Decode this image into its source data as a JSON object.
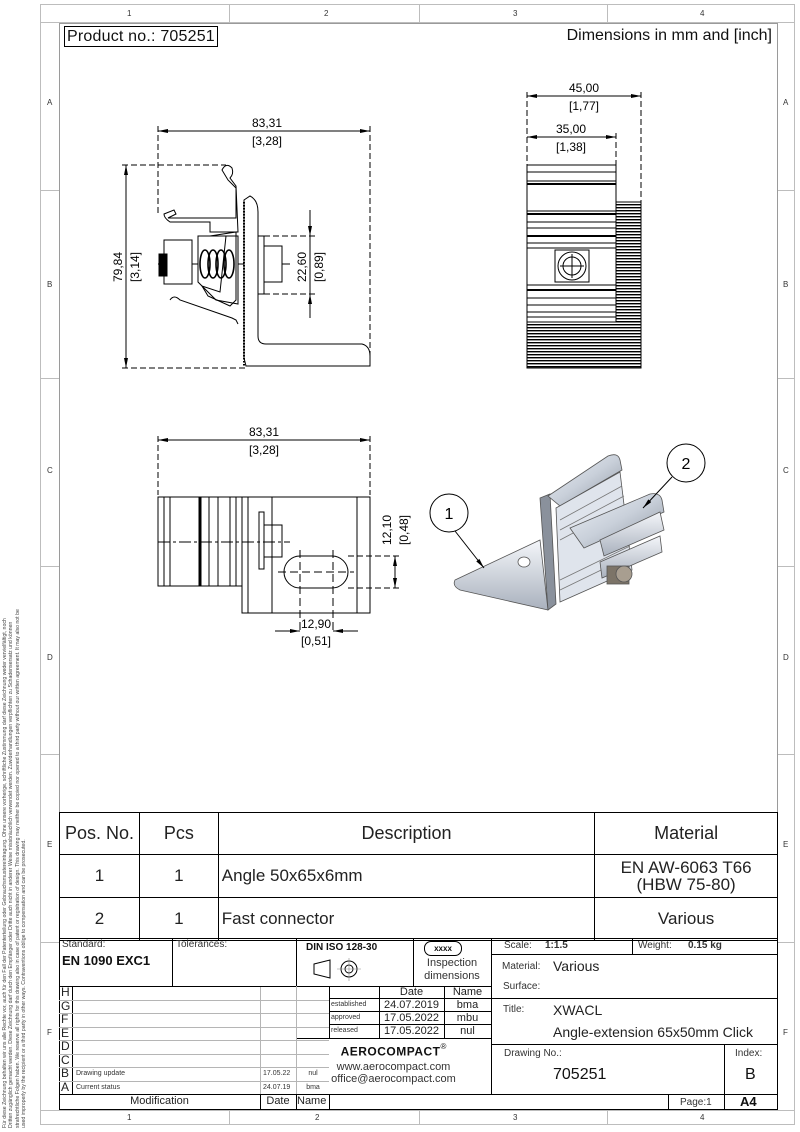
{
  "sheet": {
    "product_no": "Product no.: 705251",
    "dimension_note": "Dimensions in mm and [inch]",
    "zone_columns": [
      "1",
      "2",
      "3",
      "4"
    ],
    "zone_rows": [
      "A",
      "B",
      "C",
      "D",
      "E",
      "F"
    ],
    "legal_notice": [
      "Für diese Zeichnung behalten wir uns alle Rechte vor, auch für den Fall der Patenterteilung oder Gebrauchsmustereintragung. Ohne unsere vorherige, schriftliche Zustimmung darf diese Zeichnung weder vervielfältigt, noch",
      "Dritten zugänglich gemacht werden. Diese Zeichnung darf durch den Empfänger oder Dritte auch nicht in anderer Weise missbräuchlich verwendet werden. Zuwiderhandlungen verpflichten zu Schadensersatz und können",
      "strafrechtliche Folgen haben. We reserve all rights for this drawing also in case of patent or registration of design. This drawing may neither be copied nor opened to a third party without our written agreement. It may also not be",
      "used improperly by the recipient or a third party in other ways. Contraventions oblige to compensation and can be prosecuted."
    ]
  },
  "views": {
    "side_view": {
      "width_mm": "83,31",
      "width_in": "[3,28]",
      "height_mm": "79,84",
      "height_in": "[3,14]",
      "bolt_mm": "22,60",
      "bolt_in": "[0,89]"
    },
    "end_view": {
      "outer_mm": "45,00",
      "outer_in": "[1,77]",
      "inner_mm": "35,00",
      "inner_in": "[1,38]"
    },
    "top_view": {
      "width_mm": "83,31",
      "width_in": "[3,28]",
      "slot_offset_mm": "12,10",
      "slot_offset_in": "[0,48]",
      "slot_width_mm": "12,90",
      "slot_width_in": "[0,51]"
    },
    "isometric": {
      "balloon_1": "1",
      "balloon_2": "2"
    }
  },
  "bom": {
    "headers": [
      "Pos. No.",
      "Pcs",
      "Description",
      "Material"
    ],
    "rows": [
      {
        "pos": "1",
        "pcs": "1",
        "description": "Angle 50x65x6mm",
        "material_line1": "EN AW-6063 T66",
        "material_line2": "(HBW 75-80)"
      },
      {
        "pos": "2",
        "pcs": "1",
        "description": "Fast connector",
        "material_line1": "Various",
        "material_line2": ""
      }
    ]
  },
  "title_block": {
    "standard_label": "Standard:",
    "standard_value": "EN 1090 EXC1",
    "tolerances_label": "Tolerances:",
    "din_label": "DIN ISO 128-30",
    "inspection_badge": "xxxx",
    "inspection_line1": "Inspection",
    "inspection_line2": "dimensions",
    "scale_label": "Scale:",
    "scale_value": "1:1.5",
    "weight_label": "Weight:",
    "weight_value": "0.15 kg",
    "material_label": "Material:",
    "material_value": "Various",
    "surface_label": "Surface:",
    "title_label": "Title:",
    "title_line1": "XWACL",
    "title_line2": "Angle-extension 65x50mm Click",
    "date_header": "Date",
    "name_header": "Name",
    "approvals": [
      {
        "label": "established",
        "date": "24.07.2019",
        "name": "bma"
      },
      {
        "label": "approved",
        "date": "17.05.2022",
        "name": "mbu"
      },
      {
        "label": "released",
        "date": "17.05.2022",
        "name": "nul"
      }
    ],
    "company": "AEROCOMPACT",
    "registered": "®",
    "website": "www.aerocompact.com",
    "email": "office@aerocompact.com",
    "drawing_no_label": "Drawing No.:",
    "drawing_no": "705251",
    "index_label": "Index:",
    "index_value": "B",
    "page_label": "Page:1",
    "format": "A4",
    "revisions": [
      {
        "letter": "H",
        "text": "",
        "date": "",
        "name": ""
      },
      {
        "letter": "G",
        "text": "",
        "date": "",
        "name": ""
      },
      {
        "letter": "F",
        "text": "",
        "date": "",
        "name": ""
      },
      {
        "letter": "E",
        "text": "",
        "date": "",
        "name": ""
      },
      {
        "letter": "D",
        "text": "",
        "date": "",
        "name": ""
      },
      {
        "letter": "C",
        "text": "",
        "date": "",
        "name": ""
      },
      {
        "letter": "B",
        "text": "Drawing update",
        "date": "17.05.22",
        "name": "nul"
      },
      {
        "letter": "A",
        "text": "Current status",
        "date": "24.07.19",
        "name": "bma"
      }
    ],
    "modification_header": "Modification",
    "rev_date_header": "Date",
    "rev_name_header": "Name"
  }
}
